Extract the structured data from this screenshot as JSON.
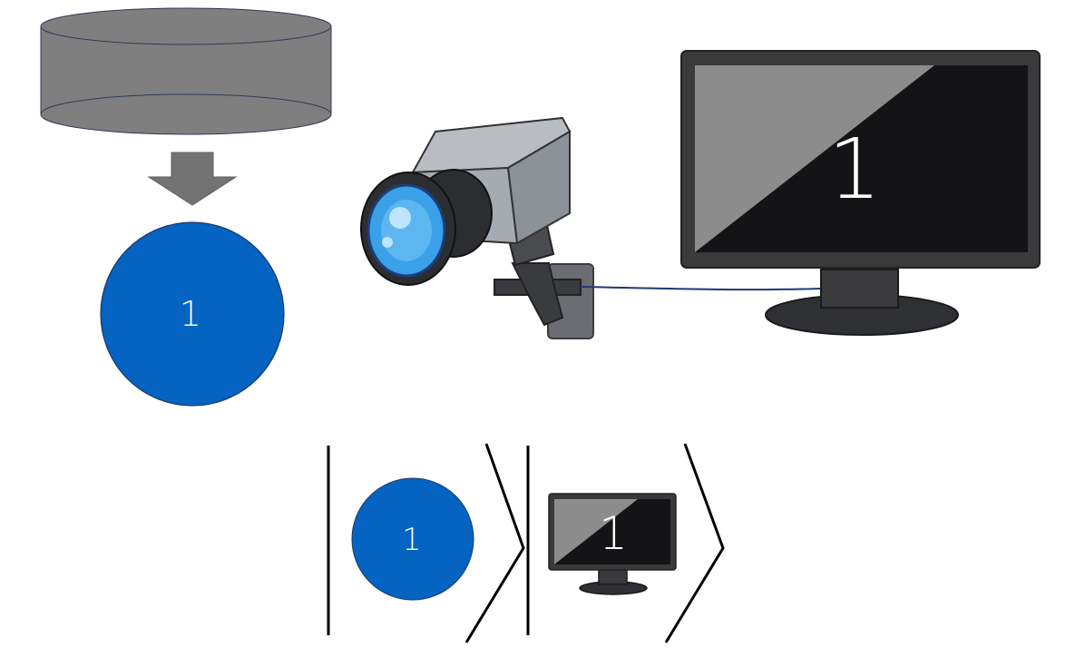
{
  "colors": {
    "background": "#ffffff",
    "cylinder_fill": "#7f7f7f",
    "cylinder_stroke": "#2f3b56",
    "arrow_fill": "#737373",
    "circle_fill": "#0563c1",
    "circle_stroke": "#1f3864",
    "monitor_frame": "#3a3a3c",
    "screen_light": "#8c8c8c",
    "screen_dark": "#141416",
    "camera_body": "#9ea3aa",
    "lens_blue": "#3aa0e8",
    "cable": "#1e3a78",
    "bracket_line": "#000000"
  },
  "icons": {
    "cylinder": "cylinder-shape",
    "arrow": "down-arrow-icon",
    "camera": "security-camera-icon",
    "monitor": "monitor-icon"
  },
  "top": {
    "circle_label": "1",
    "monitor_label": "1"
  },
  "sequence": {
    "circle_label": "1",
    "monitor_label": "1"
  }
}
